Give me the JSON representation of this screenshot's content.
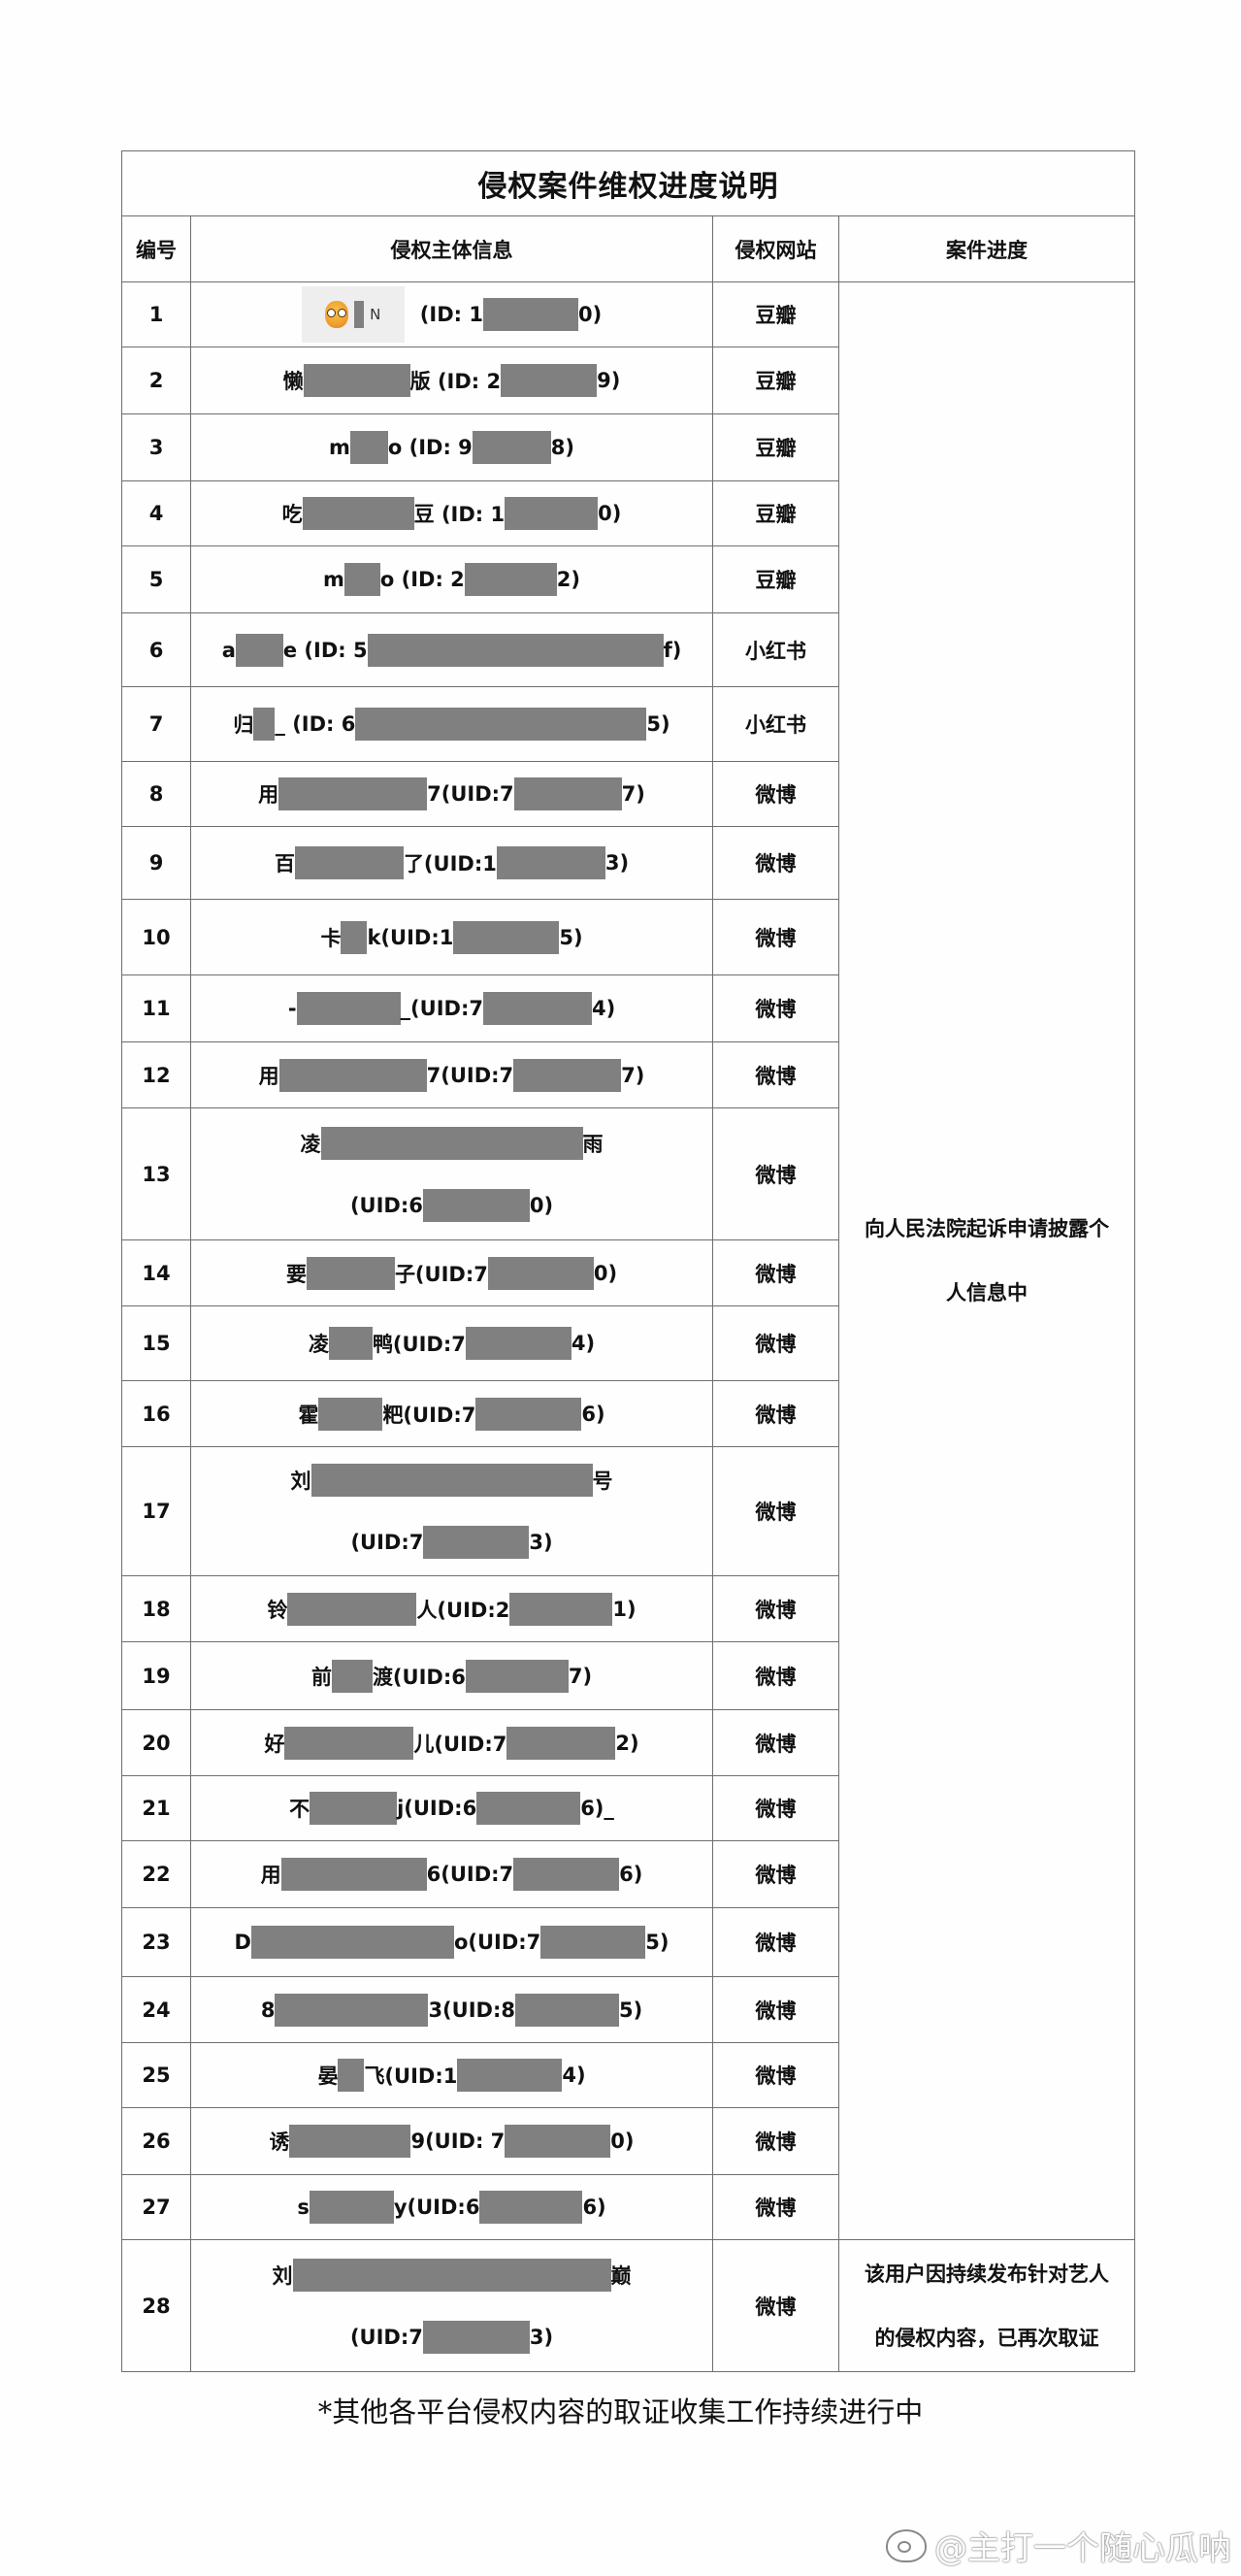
{
  "document": {
    "title": "侵权案件维权进度说明",
    "headers": {
      "number": "编号",
      "principal_info": "侵权主体信息",
      "website": "侵权网站",
      "progress": "案件进度"
    },
    "redaction_color": "#808080",
    "rows": [
      {
        "no": "1",
        "site": "豆瓣",
        "line1": {
          "pre": "",
          "name_redact_w": 0,
          "mid": "(ID: 1",
          "id_redact_w": 98,
          "post": "0)"
        },
        "avatar": {
          "icon": "thinking-face-emoji",
          "suffix": "N"
        }
      },
      {
        "no": "2",
        "site": "豆瓣",
        "line1": {
          "pre": "懒",
          "name_redact_w": 110,
          "mid": "版 (ID: 2",
          "id_redact_w": 99,
          "post": "9)"
        }
      },
      {
        "no": "3",
        "site": "豆瓣",
        "line1": {
          "pre": "m",
          "name_redact_w": 39,
          "mid": "o (ID: 9",
          "id_redact_w": 81,
          "post": "8)"
        }
      },
      {
        "no": "4",
        "site": "豆瓣",
        "line1": {
          "pre": "吃",
          "name_redact_w": 115,
          "mid": "豆 (ID: 1",
          "id_redact_w": 96,
          "post": "0)"
        }
      },
      {
        "no": "5",
        "site": "豆瓣",
        "line1": {
          "pre": "m",
          "name_redact_w": 37,
          "mid": "o (ID: 2",
          "id_redact_w": 95,
          "post": "2)"
        }
      },
      {
        "no": "6",
        "site": "小红书",
        "line1": {
          "pre": "a",
          "name_redact_w": 49,
          "mid": "e (ID: 5",
          "id_redact_w": 305,
          "post": "f)"
        }
      },
      {
        "no": "7",
        "site": "小红书",
        "line1": {
          "pre": "归",
          "name_redact_w": 22,
          "mid": "_ (ID: 6",
          "id_redact_w": 300,
          "post": "5)"
        }
      },
      {
        "no": "8",
        "site": "微博",
        "line1": {
          "pre": "用",
          "name_redact_w": 153,
          "mid": "7(UID:7",
          "id_redact_w": 111,
          "post": "7)"
        }
      },
      {
        "no": "9",
        "site": "微博",
        "line1": {
          "pre": "百",
          "name_redact_w": 112,
          "mid": "了(UID:1",
          "id_redact_w": 112,
          "post": "3)"
        }
      },
      {
        "no": "10",
        "site": "微博",
        "line1": {
          "pre": "卡",
          "name_redact_w": 27,
          "mid": "k(UID:1",
          "id_redact_w": 109,
          "post": "5)"
        }
      },
      {
        "no": "11",
        "site": "微博",
        "line1": {
          "pre": "-",
          "name_redact_w": 107,
          "mid": "_(UID:7",
          "id_redact_w": 112,
          "post": "4)"
        }
      },
      {
        "no": "12",
        "site": "微博",
        "line1": {
          "pre": "用",
          "name_redact_w": 152,
          "mid": "7(UID:7",
          "id_redact_w": 111,
          "post": "7)"
        }
      },
      {
        "no": "13",
        "site": "微博",
        "two_line": true,
        "line1": {
          "pre": "凌",
          "name_redact_w": 270,
          "mid": "雨"
        },
        "line2": {
          "mid": "(UID:6",
          "id_redact_w": 110,
          "post": "0)"
        }
      },
      {
        "no": "14",
        "site": "微博",
        "line1": {
          "pre": "要",
          "name_redact_w": 91,
          "mid": "子(UID:7",
          "id_redact_w": 109,
          "post": "0)"
        }
      },
      {
        "no": "15",
        "site": "微博",
        "line1": {
          "pre": "凌",
          "name_redact_w": 45,
          "mid": "鸭(UID:7",
          "id_redact_w": 109,
          "post": "4)"
        }
      },
      {
        "no": "16",
        "site": "微博",
        "line1": {
          "pre": "霍",
          "name_redact_w": 66,
          "mid": "粑(UID:7",
          "id_redact_w": 109,
          "post": "6)"
        }
      },
      {
        "no": "17",
        "site": "微博",
        "two_line": true,
        "line1": {
          "pre": "刘",
          "name_redact_w": 290,
          "mid": "号"
        },
        "line2": {
          "mid": "(UID:7",
          "id_redact_w": 109,
          "post": "3)"
        }
      },
      {
        "no": "18",
        "site": "微博",
        "line1": {
          "pre": "铃",
          "name_redact_w": 133,
          "mid": "人(UID:2",
          "id_redact_w": 106,
          "post": "1)"
        }
      },
      {
        "no": "19",
        "site": "微博",
        "line1": {
          "pre": "前",
          "name_redact_w": 42,
          "mid": "渡(UID:6",
          "id_redact_w": 106,
          "post": "7)"
        }
      },
      {
        "no": "20",
        "site": "微博",
        "line1": {
          "pre": "好",
          "name_redact_w": 133,
          "mid": "儿(UID:7",
          "id_redact_w": 112,
          "post": "2)"
        }
      },
      {
        "no": "21",
        "site": "微博",
        "line1": {
          "pre": "不",
          "name_redact_w": 90,
          "mid": "j(UID:6",
          "id_redact_w": 107,
          "post": "6)_"
        }
      },
      {
        "no": "22",
        "site": "微博",
        "line1": {
          "pre": "用",
          "name_redact_w": 150,
          "mid": "6(UID:7",
          "id_redact_w": 109,
          "post": "6)"
        }
      },
      {
        "no": "23",
        "site": "微博",
        "line1": {
          "pre": "D",
          "name_redact_w": 209,
          "mid": "o(UID:7",
          "id_redact_w": 108,
          "post": "5)"
        }
      },
      {
        "no": "24",
        "site": "微博",
        "line1": {
          "pre": "8",
          "name_redact_w": 158,
          "mid": "3(UID:8",
          "id_redact_w": 107,
          "post": "5)"
        }
      },
      {
        "no": "25",
        "site": "微博",
        "line1": {
          "pre": "晏",
          "name_redact_w": 27,
          "mid": "飞(UID:1",
          "id_redact_w": 108,
          "post": "4)"
        }
      },
      {
        "no": "26",
        "site": "微博",
        "line1": {
          "pre": "诱",
          "name_redact_w": 125,
          "mid": "9(UID: 7",
          "id_redact_w": 109,
          "post": "0)"
        }
      },
      {
        "no": "27",
        "site": "微博",
        "line1": {
          "pre": "s",
          "name_redact_w": 87,
          "mid": "y(UID:6",
          "id_redact_w": 106,
          "post": "6)"
        }
      },
      {
        "no": "28",
        "site": "微博",
        "two_line": true,
        "line1": {
          "pre": "刘",
          "name_redact_w": 328,
          "mid": "巅"
        },
        "line2": {
          "mid": "(UID:7",
          "id_redact_w": 110,
          "post": "3)"
        }
      }
    ],
    "progress_groups": [
      {
        "rows": "1-27",
        "line1": "向人民法院起诉申请披露个",
        "line2": "人信息中"
      },
      {
        "rows": "28",
        "line1": "该用户因持续发布针对艺人",
        "line2": "的侵权内容，已再次取证"
      }
    ],
    "footnote": "*其他各平台侵权内容的取证收集工作持续进行中"
  },
  "watermark": {
    "icon": "weibo-icon",
    "text": "@主打一个随心瓜呐"
  }
}
